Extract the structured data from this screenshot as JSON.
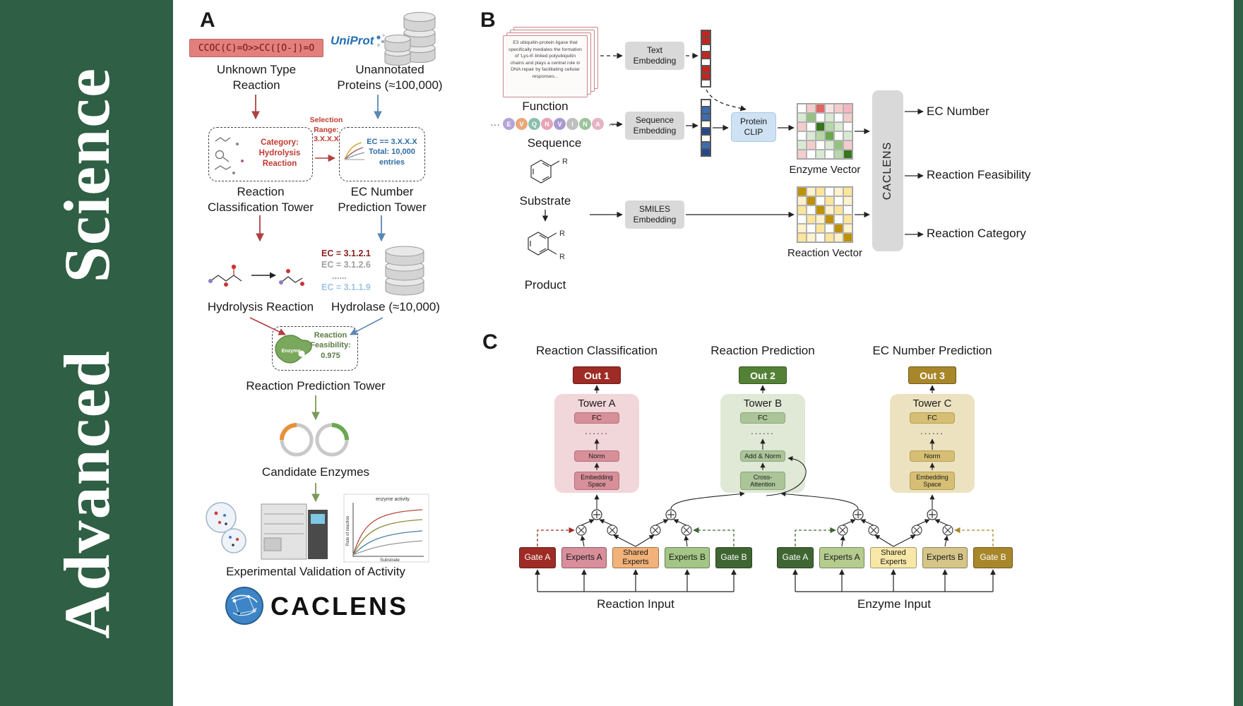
{
  "page": {
    "journal_title": "Advanced Science",
    "sidebar_color": "#2f5f44"
  },
  "panelA": {
    "label": "A",
    "smiles_reaction": "CCOC(C)=O>>CC([O-])=O",
    "unknown_reaction_label": "Unknown Type\nReaction",
    "uniprot_label": "UniProt",
    "unannotated_label": "Unannotated\nProteins (≈100,000)",
    "selection_label": "Selection\nRange:\n3.X.X.X",
    "category_label": "Category:\nHydrolysis\nReaction",
    "ec_filter_text": "EC == 3.X.X.X\nTotal: 10,000\nentries",
    "classification_tower_label": "Reaction\nClassification Tower",
    "ec_tower_label": "EC Number\nPrediction Tower",
    "hydrolysis_label": "Hydrolysis Reaction",
    "ec_items": [
      {
        "text": "EC = 3.1.2.1",
        "color": "#8a1f1f"
      },
      {
        "text": "EC = 3.1.2.6",
        "color": "#9e9e9e"
      },
      {
        "text": "......",
        "color": "#9e9e9e"
      },
      {
        "text": "EC = 3.1.1.9",
        "color": "#9fc5e8"
      }
    ],
    "hydrolase_label": "Hydrolase (≈10,000)",
    "enzyme_label": "Enzyme",
    "feasibility_label": "Reaction\nFeasibility:\n0.975",
    "prediction_tower_label": "Reaction Prediction Tower",
    "candidate_label": "Candidate Enzymes",
    "graph_title": "enzyme activity",
    "graph_xlabel": "Substrate",
    "graph_ylabel": "Rate of reaction",
    "validation_label": "Experimental Validation of Activity",
    "logo_text": "CACLENS"
  },
  "panelB": {
    "label": "B",
    "function_card_text": "E3 ubiquitin-protein ligase that specifically mediates the formation of 'Lys-6'-linked polyubiquitin chains and plays a central role in DNA repair by facilitating cellular responses...",
    "function_label": "Function",
    "ellipsis": "···",
    "sequence_residues": [
      {
        "letter": "E",
        "color": "#b3a5d6"
      },
      {
        "letter": "V",
        "color": "#e8a87c"
      },
      {
        "letter": "Q",
        "color": "#8bbfae"
      },
      {
        "letter": "N",
        "color": "#e8a3b6"
      },
      {
        "letter": "V",
        "color": "#a99bd0"
      },
      {
        "letter": "I",
        "color": "#bfbfbf"
      },
      {
        "letter": "N",
        "color": "#9cc49c"
      },
      {
        "letter": "A",
        "color": "#e6b3c2"
      }
    ],
    "sequence_label": "Sequence",
    "substrate_label": "Substrate",
    "product_label": "Product",
    "r_label": "R",
    "text_embedding_label": "Text\nEmbedding",
    "sequence_embedding_label": "Sequence\nEmbedding",
    "smiles_embedding_label": "SMILES\nEmbedding",
    "protein_clip_label": "Protein\nCLIP",
    "text_vector_cells": [
      "#c0271f",
      "#c0271f",
      "#ffffff",
      "#c0271f",
      "#ffffff",
      "#c0271f",
      "#c0271f",
      "#ffffff"
    ],
    "seq_vector_cells": [
      "#ffffff",
      "#3c6db0",
      "#3c6db0",
      "#ffffff",
      "#24488c",
      "#ffffff",
      "#3c6db0",
      "#24488c"
    ],
    "enzyme_matrix": [
      [
        "#ffffff",
        "#f4cccc",
        "#e06666",
        "#f9e4e4",
        "#f4cccc",
        "#f4b6c2"
      ],
      [
        "#d9ead3",
        "#93c47d",
        "#ffffff",
        "#d9ead3",
        "#ffffff",
        "#f4cccc"
      ],
      [
        "#f4cccc",
        "#ffffff",
        "#38761d",
        "#b6d7a8",
        "#d9ead3",
        "#ffffff"
      ],
      [
        "#ffffff",
        "#d9ead3",
        "#b6d7a8",
        "#6aa84f",
        "#ffffff",
        "#d9ead3"
      ],
      [
        "#d9ead3",
        "#f4cccc",
        "#ffffff",
        "#d9ead3",
        "#93c47d",
        "#f4cccc"
      ],
      [
        "#f4cccc",
        "#ffffff",
        "#d9ead3",
        "#ffffff",
        "#b6d7a8",
        "#38761d"
      ]
    ],
    "reaction_matrix": [
      [
        "#bf9000",
        "#fff2cc",
        "#ffe599",
        "#ffffff",
        "#fff2cc",
        "#ffe599"
      ],
      [
        "#fff2cc",
        "#bf9000",
        "#ffffff",
        "#ffe599",
        "#ffffff",
        "#fff2cc"
      ],
      [
        "#ffe599",
        "#ffffff",
        "#bf9000",
        "#fff2cc",
        "#ffe599",
        "#ffffff"
      ],
      [
        "#ffffff",
        "#ffe599",
        "#fff2cc",
        "#bf9000",
        "#ffffff",
        "#ffe599"
      ],
      [
        "#fff2cc",
        "#ffffff",
        "#ffe599",
        "#ffffff",
        "#bf9000",
        "#fff2cc"
      ],
      [
        "#ffe599",
        "#fff2cc",
        "#ffffff",
        "#ffe599",
        "#fff2cc",
        "#bf9000"
      ]
    ],
    "enzyme_vector_label": "Enzyme Vector",
    "reaction_vector_label": "Reaction Vector",
    "caclens_label": "CACLENS",
    "outputs": [
      "EC Number",
      "Reaction Feasibility",
      "Reaction Category"
    ]
  },
  "panelC": {
    "label": "C",
    "towers": [
      {
        "title": "Reaction Classification",
        "out": "Out 1",
        "out_color": "#9e2b25",
        "tower": "Tower A",
        "fc": "FC",
        "dots": "......",
        "norm": "Norm",
        "bottom": "Embedding\nSpace"
      },
      {
        "title": "Reaction Prediction",
        "out": "Out 2",
        "out_color": "#538135",
        "tower": "Tower B",
        "fc": "FC",
        "dots": "......",
        "norm": "Add & Norm",
        "bottom": "Cross-\nAttention"
      },
      {
        "title": "EC Number Prediction",
        "out": "Out 3",
        "out_color": "#a8862a",
        "tower": "Tower C",
        "fc": "FC",
        "dots": "......",
        "norm": "Norm",
        "bottom": "Embedding\nSpace"
      }
    ],
    "expert_groups": [
      {
        "input_label": "Reaction Input",
        "items": [
          {
            "label": "Gate A",
            "bg": "#9e2b25",
            "fg": "#ffffff"
          },
          {
            "label": "Experts A",
            "bg": "#d98e9b",
            "fg": "#1a1a1a"
          },
          {
            "label": "Shared\nExperts",
            "bg": "#f2b279",
            "fg": "#1a1a1a"
          },
          {
            "label": "Experts B",
            "bg": "#a3c585",
            "fg": "#1a1a1a"
          },
          {
            "label": "Gate B",
            "bg": "#3f6632",
            "fg": "#ffffff"
          }
        ]
      },
      {
        "input_label": "Enzyme Input",
        "items": [
          {
            "label": "Gate A",
            "bg": "#3f6632",
            "fg": "#ffffff"
          },
          {
            "label": "Experts A",
            "bg": "#b5cc8e",
            "fg": "#1a1a1a"
          },
          {
            "label": "Shared\nExperts",
            "bg": "#f7e8a8",
            "fg": "#1a1a1a"
          },
          {
            "label": "Experts B",
            "bg": "#d6c588",
            "fg": "#1a1a1a"
          },
          {
            "label": "Gate B",
            "bg": "#a8862a",
            "fg": "#ffffff"
          }
        ]
      }
    ]
  }
}
